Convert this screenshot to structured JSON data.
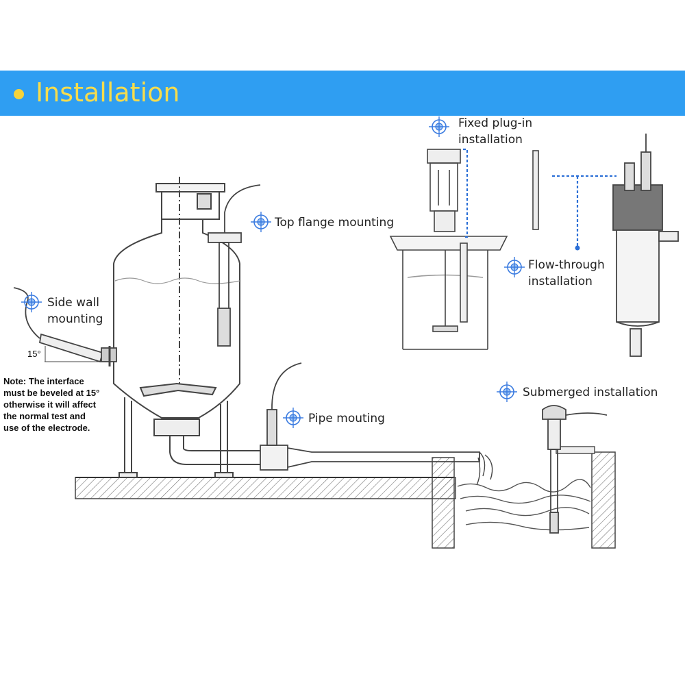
{
  "header": {
    "title": "Installation"
  },
  "labels": {
    "fixed_plugin": [
      "Fixed plug-in",
      "installation"
    ],
    "top_flange": "Top flange mounting",
    "flow_through": [
      "Flow-through",
      "installation"
    ],
    "side_wall": [
      "Side wall",
      "mounting"
    ],
    "pipe": "Pipe mouting",
    "submerged": "Submerged installation",
    "angle": "15°"
  },
  "note": [
    "Note: The interface",
    "must be beveled at 15°",
    "otherwise it will affect",
    "the normal test and",
    "use of the electrode."
  ],
  "colors": {
    "banner": "#2f9ef2",
    "title": "#f6dc4c",
    "bullet": "#f5d33a",
    "marker": "#3a7be0",
    "leader": "#2b6fd6"
  },
  "icons": {
    "marker": "target-marker-icon"
  }
}
